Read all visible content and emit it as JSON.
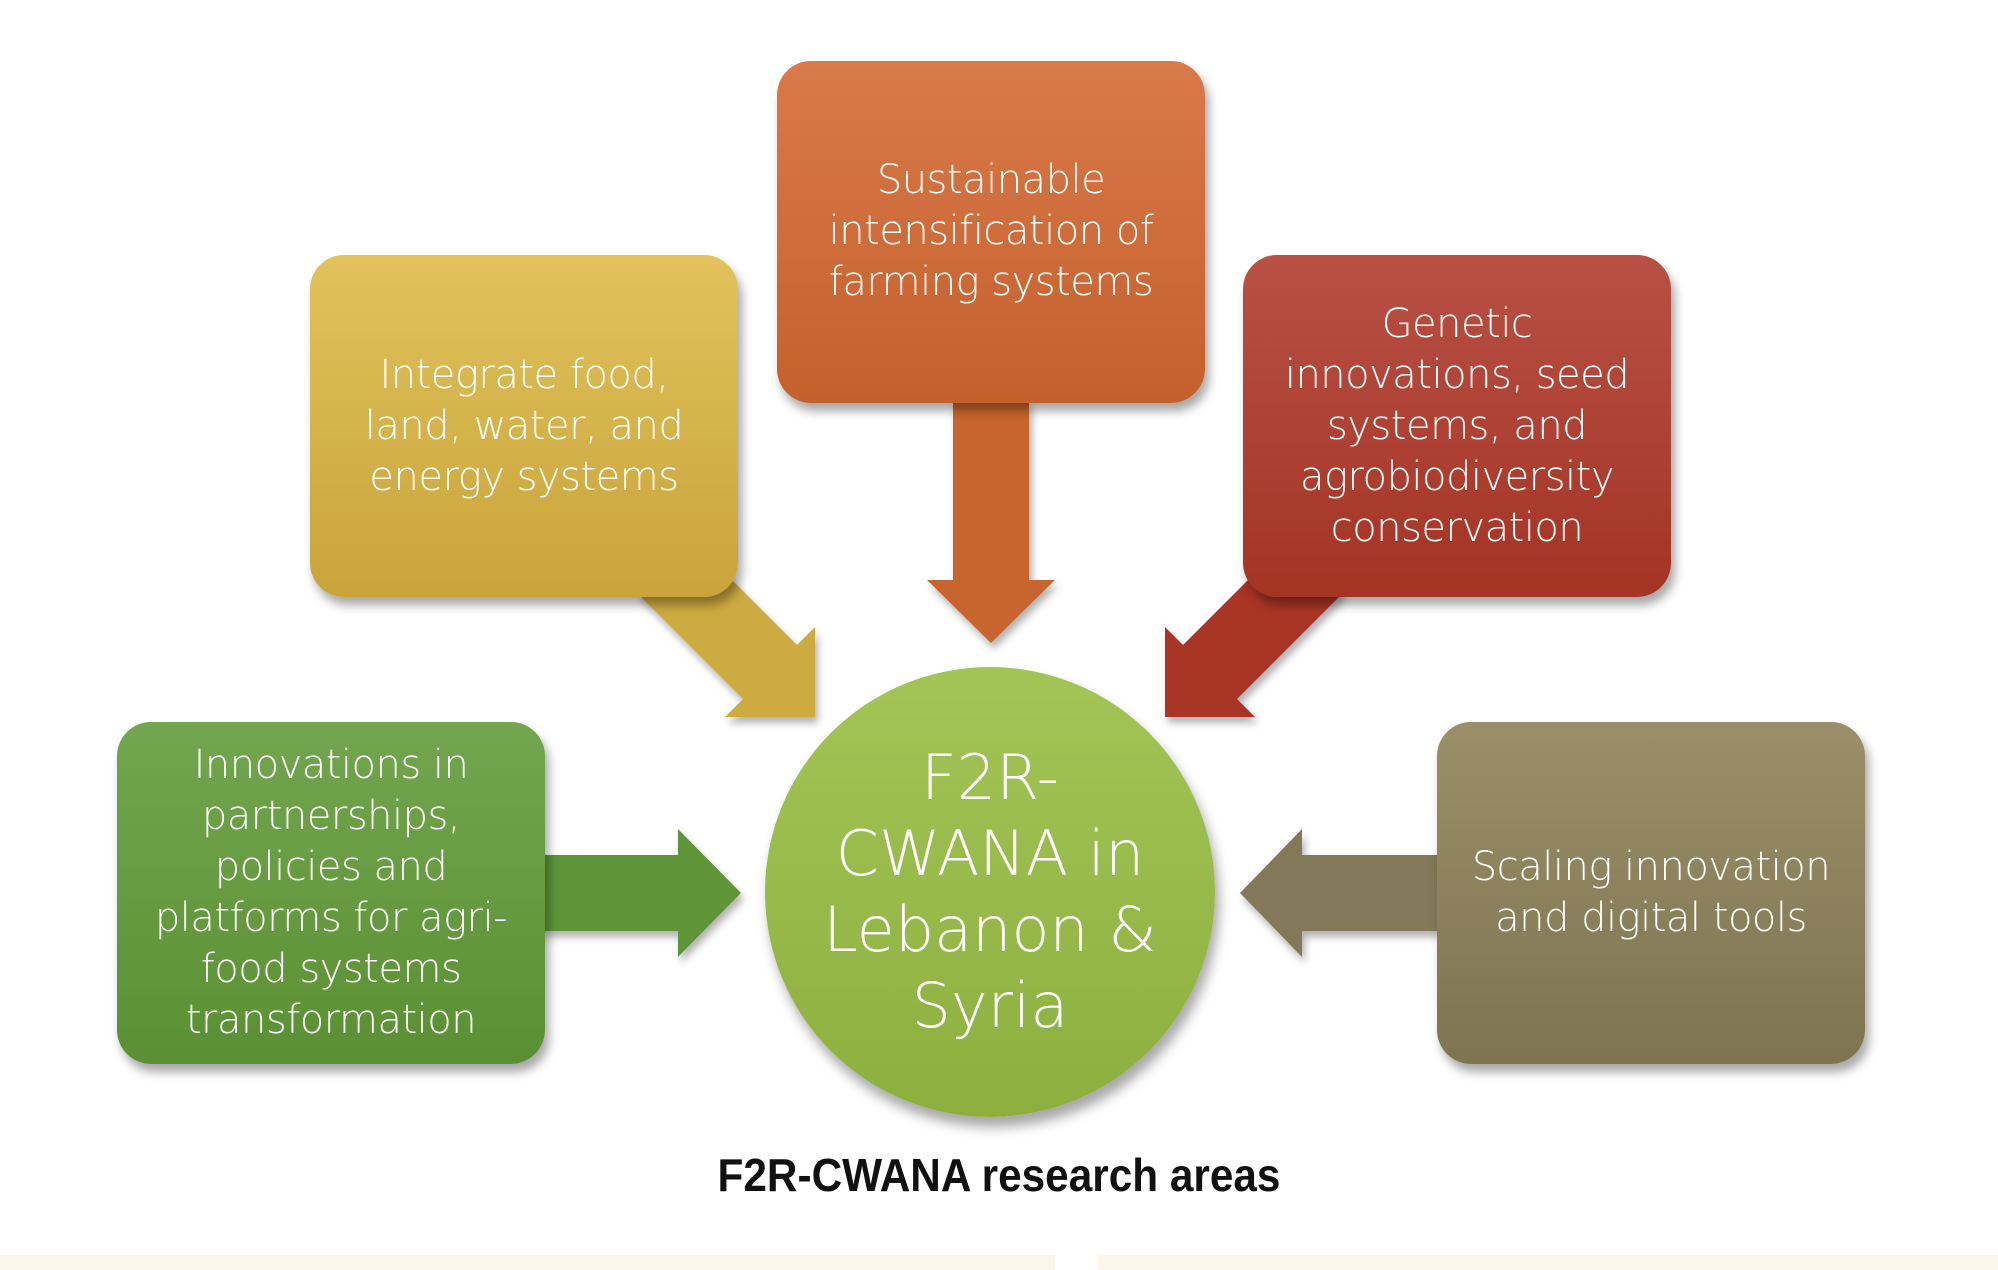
{
  "diagram": {
    "center": "F2R-CWANA in Lebanon & Syria",
    "areas": [
      {
        "label": "Sustainable intensification of farming systems",
        "color": "#c96a38"
      },
      {
        "label": "Integrate food, land, water, and energy systems",
        "color": "#d2ae44"
      },
      {
        "label": "Genetic innovations, seed systems, and agrobiodiversity conservation",
        "color": "#aa3c2c"
      },
      {
        "label": "Innovations in partnerships, policies and platforms for agri-food systems transformation",
        "color": "#62983c"
      },
      {
        "label": "Scaling innovation and digital tools",
        "color": "#877c58"
      }
    ],
    "caption": "F2R-CWANA research areas"
  }
}
